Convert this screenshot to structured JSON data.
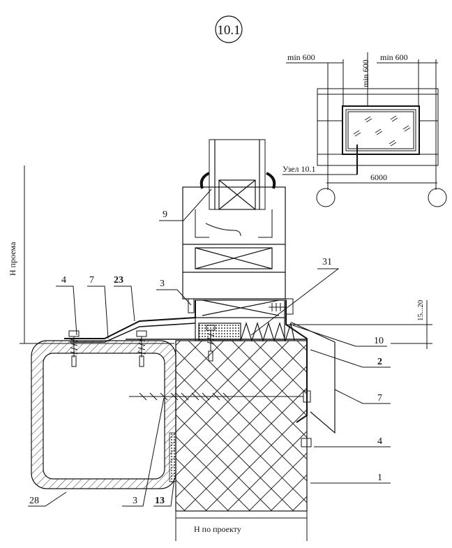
{
  "title": "10.1",
  "elevation": {
    "dim_left": "min 600",
    "dim_top": "min 600",
    "dim_right": "min 600",
    "span": "6000",
    "node_label": "Узел 10.1"
  },
  "section": {
    "opening_height": "Н проема",
    "gap_dim": "15...20",
    "depth_label": "Н по проекту",
    "callouts": {
      "c9": "9",
      "c31": "31",
      "c3a": "3",
      "c4a": "4",
      "c7a": "7",
      "c23": "23",
      "c10": "10",
      "c2": "2",
      "c7b": "7",
      "c4b": "4",
      "c1": "1",
      "c28": "28",
      "c3b": "3",
      "c13": "13"
    }
  }
}
